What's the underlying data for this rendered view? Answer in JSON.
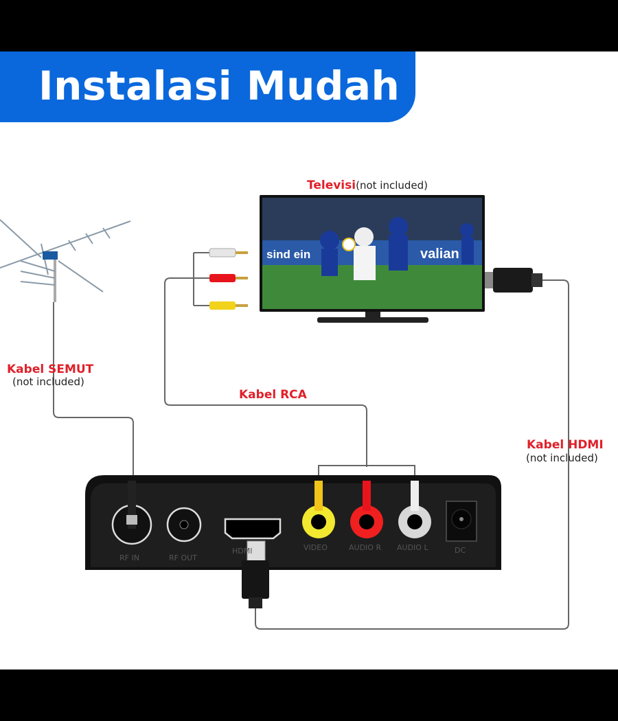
{
  "title": "Instalasi Mudah",
  "tv": {
    "label": "Televisi",
    "note": "(not included)"
  },
  "antenna_cable": {
    "label": "Kabel SEMUT",
    "note": "(not included)"
  },
  "rca_cable": {
    "label": "Kabel RCA"
  },
  "hdmi_cable": {
    "label": "Kabel HDMI",
    "note": "(not included)"
  },
  "ports": [
    "RF IN",
    "RF OUT",
    "HDMI",
    "VIDEO",
    "AUDIO R",
    "AUDIO L",
    "DC"
  ],
  "colors": {
    "banner": "#0a68dc",
    "label_red": "#e0202a",
    "rca_yellow": "#f2d21a",
    "rca_red": "#e8141c",
    "rca_white": "#d8d8d8"
  }
}
